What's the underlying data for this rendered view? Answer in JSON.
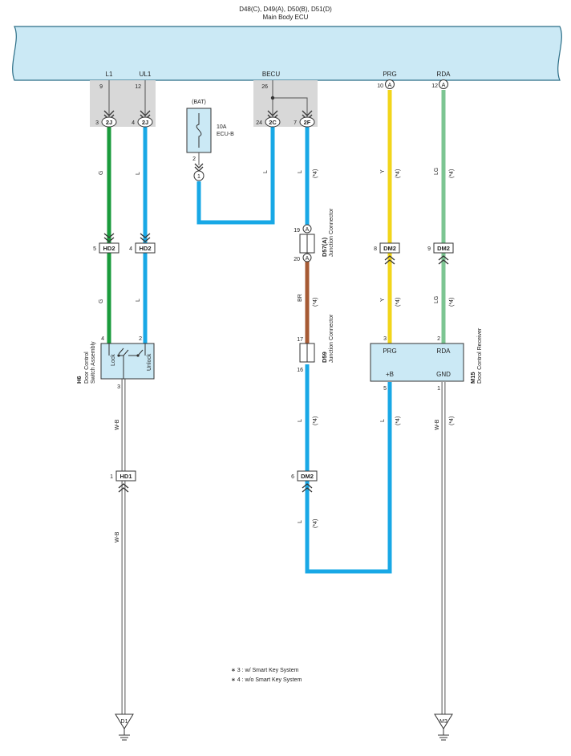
{
  "ecu": {
    "title": "D48(C), D49(A), D50(B), D51(D)",
    "subtitle": "Main Body ECU",
    "pins": {
      "l1_name": "L1",
      "l1_num": "9",
      "ul1_name": "UL1",
      "ul1_num": "12",
      "becu_name": "BECU",
      "becu_num": "26",
      "prg_name": "PRG",
      "prg_num": "10",
      "prg_conn": "A",
      "rda_name": "RDA",
      "rda_num": "12",
      "rda_conn": "A"
    }
  },
  "connectors": {
    "c2j_l1": {
      "pin": "3",
      "code": "2J"
    },
    "c2j_ul1": {
      "pin": "4",
      "code": "2J"
    },
    "c2c": {
      "pin": "24",
      "code": "2C"
    },
    "c2f": {
      "pin": "7",
      "code": "2F"
    },
    "bat_pin": "2",
    "bat_conn": "1",
    "hd2_l": {
      "pin": "5",
      "code": "HD2"
    },
    "hd2_r": {
      "pin": "4",
      "code": "HD2"
    },
    "dm2_prg": {
      "pin": "8",
      "code": "DM2"
    },
    "dm2_rda": {
      "pin": "9",
      "code": "DM2"
    },
    "hd1": {
      "pin": "1",
      "code": "HD1"
    },
    "dm2_l": {
      "pin": "6",
      "code": "DM2"
    }
  },
  "fuse": {
    "source": "(BAT)",
    "rating": "10A",
    "name": "ECU-B"
  },
  "wires": {
    "g": "G",
    "l": "L",
    "l4": "(*4)",
    "y": "Y",
    "lg": "LG",
    "br": "BR",
    "wb": "W-B"
  },
  "junction_d57": {
    "code": "D57(A)",
    "name": "Junction Connector",
    "pin_top": "19",
    "pin_bottom": "20",
    "conn": "A"
  },
  "junction_d59": {
    "code": "D59",
    "name": "Junction Connector",
    "pin_top": "17",
    "pin_bottom": "16"
  },
  "switch_h6": {
    "code": "H6",
    "name_1": "Door Control",
    "name_2": "Switch Assembly",
    "lock": "Lock",
    "unlock": "Unlock",
    "pin_lock": "4",
    "pin_unlock": "2",
    "pin_gnd": "3"
  },
  "receiver_m15": {
    "code": "M15",
    "name": "Door Control Receiver",
    "prg": "PRG",
    "rda": "RDA",
    "b": "+B",
    "gnd": "GND",
    "pin_prg": "3",
    "pin_rda": "2",
    "pin_b": "5",
    "pin_gnd": "1"
  },
  "grounds": {
    "d1": "D1",
    "m3": "M3"
  },
  "notes": {
    "n3": "∗ 3 : w/ Smart Key System",
    "n4": "∗ 4 : w/o Smart Key System"
  },
  "colors": {
    "green": "#1a9b3c",
    "blue": "#18a8e6",
    "yellow": "#f2d51a",
    "light_green": "#7cc592",
    "brown": "#a65a34",
    "ecu_fill": "#cbe9f5"
  }
}
